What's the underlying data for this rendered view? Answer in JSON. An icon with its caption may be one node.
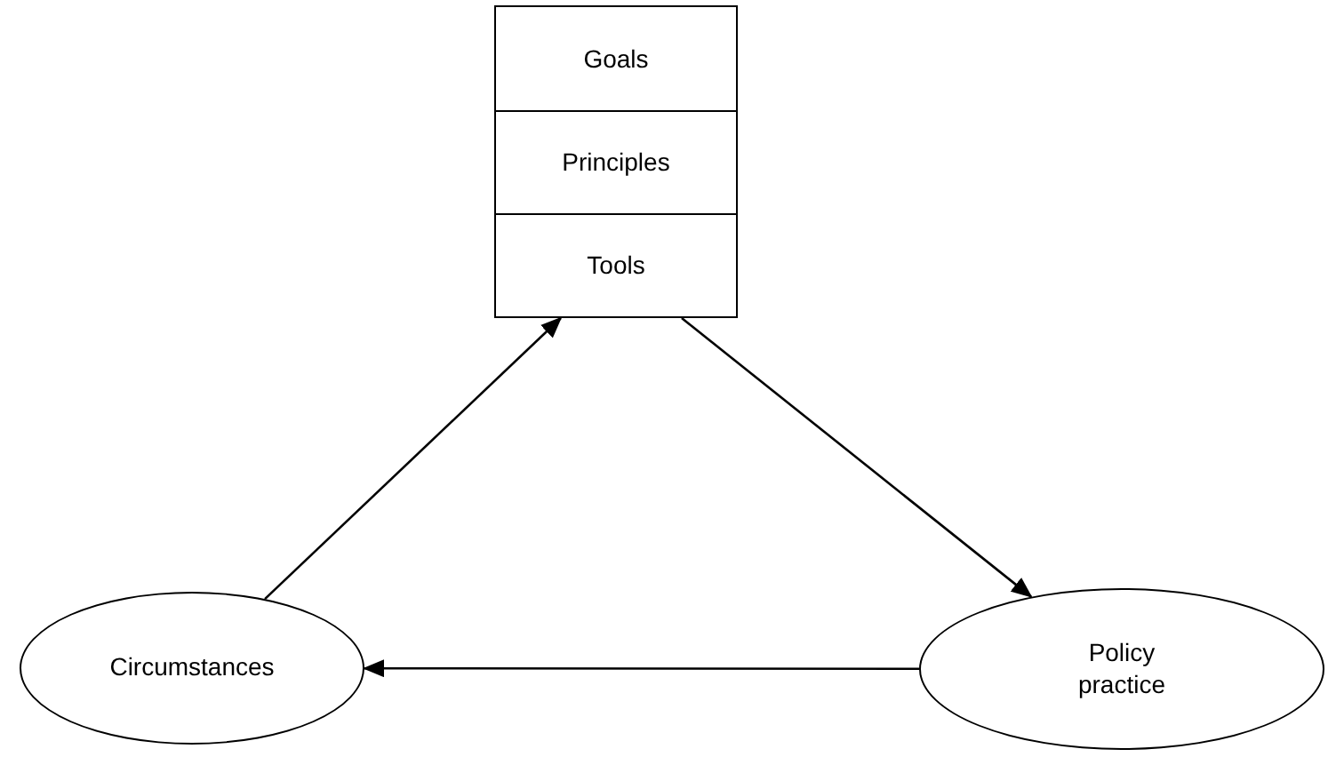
{
  "diagram": {
    "nodes": [
      {
        "text": [
          "Goals"
        ]
      },
      {
        "text": [
          "Principles"
        ]
      },
      {
        "text": [
          "Tools"
        ]
      },
      {
        "text": [
          "Policy practice"
        ]
      },
      {
        "text": [
          "Circumstances"
        ]
      }
    ],
    "edges": [
      {
        "from": 2,
        "to": 3,
        "arrow": "to"
      },
      {
        "from": 3,
        "to": 4,
        "arrow": "to"
      },
      {
        "from": 4,
        "to": 2,
        "arrow": "to"
      }
    ]
  }
}
